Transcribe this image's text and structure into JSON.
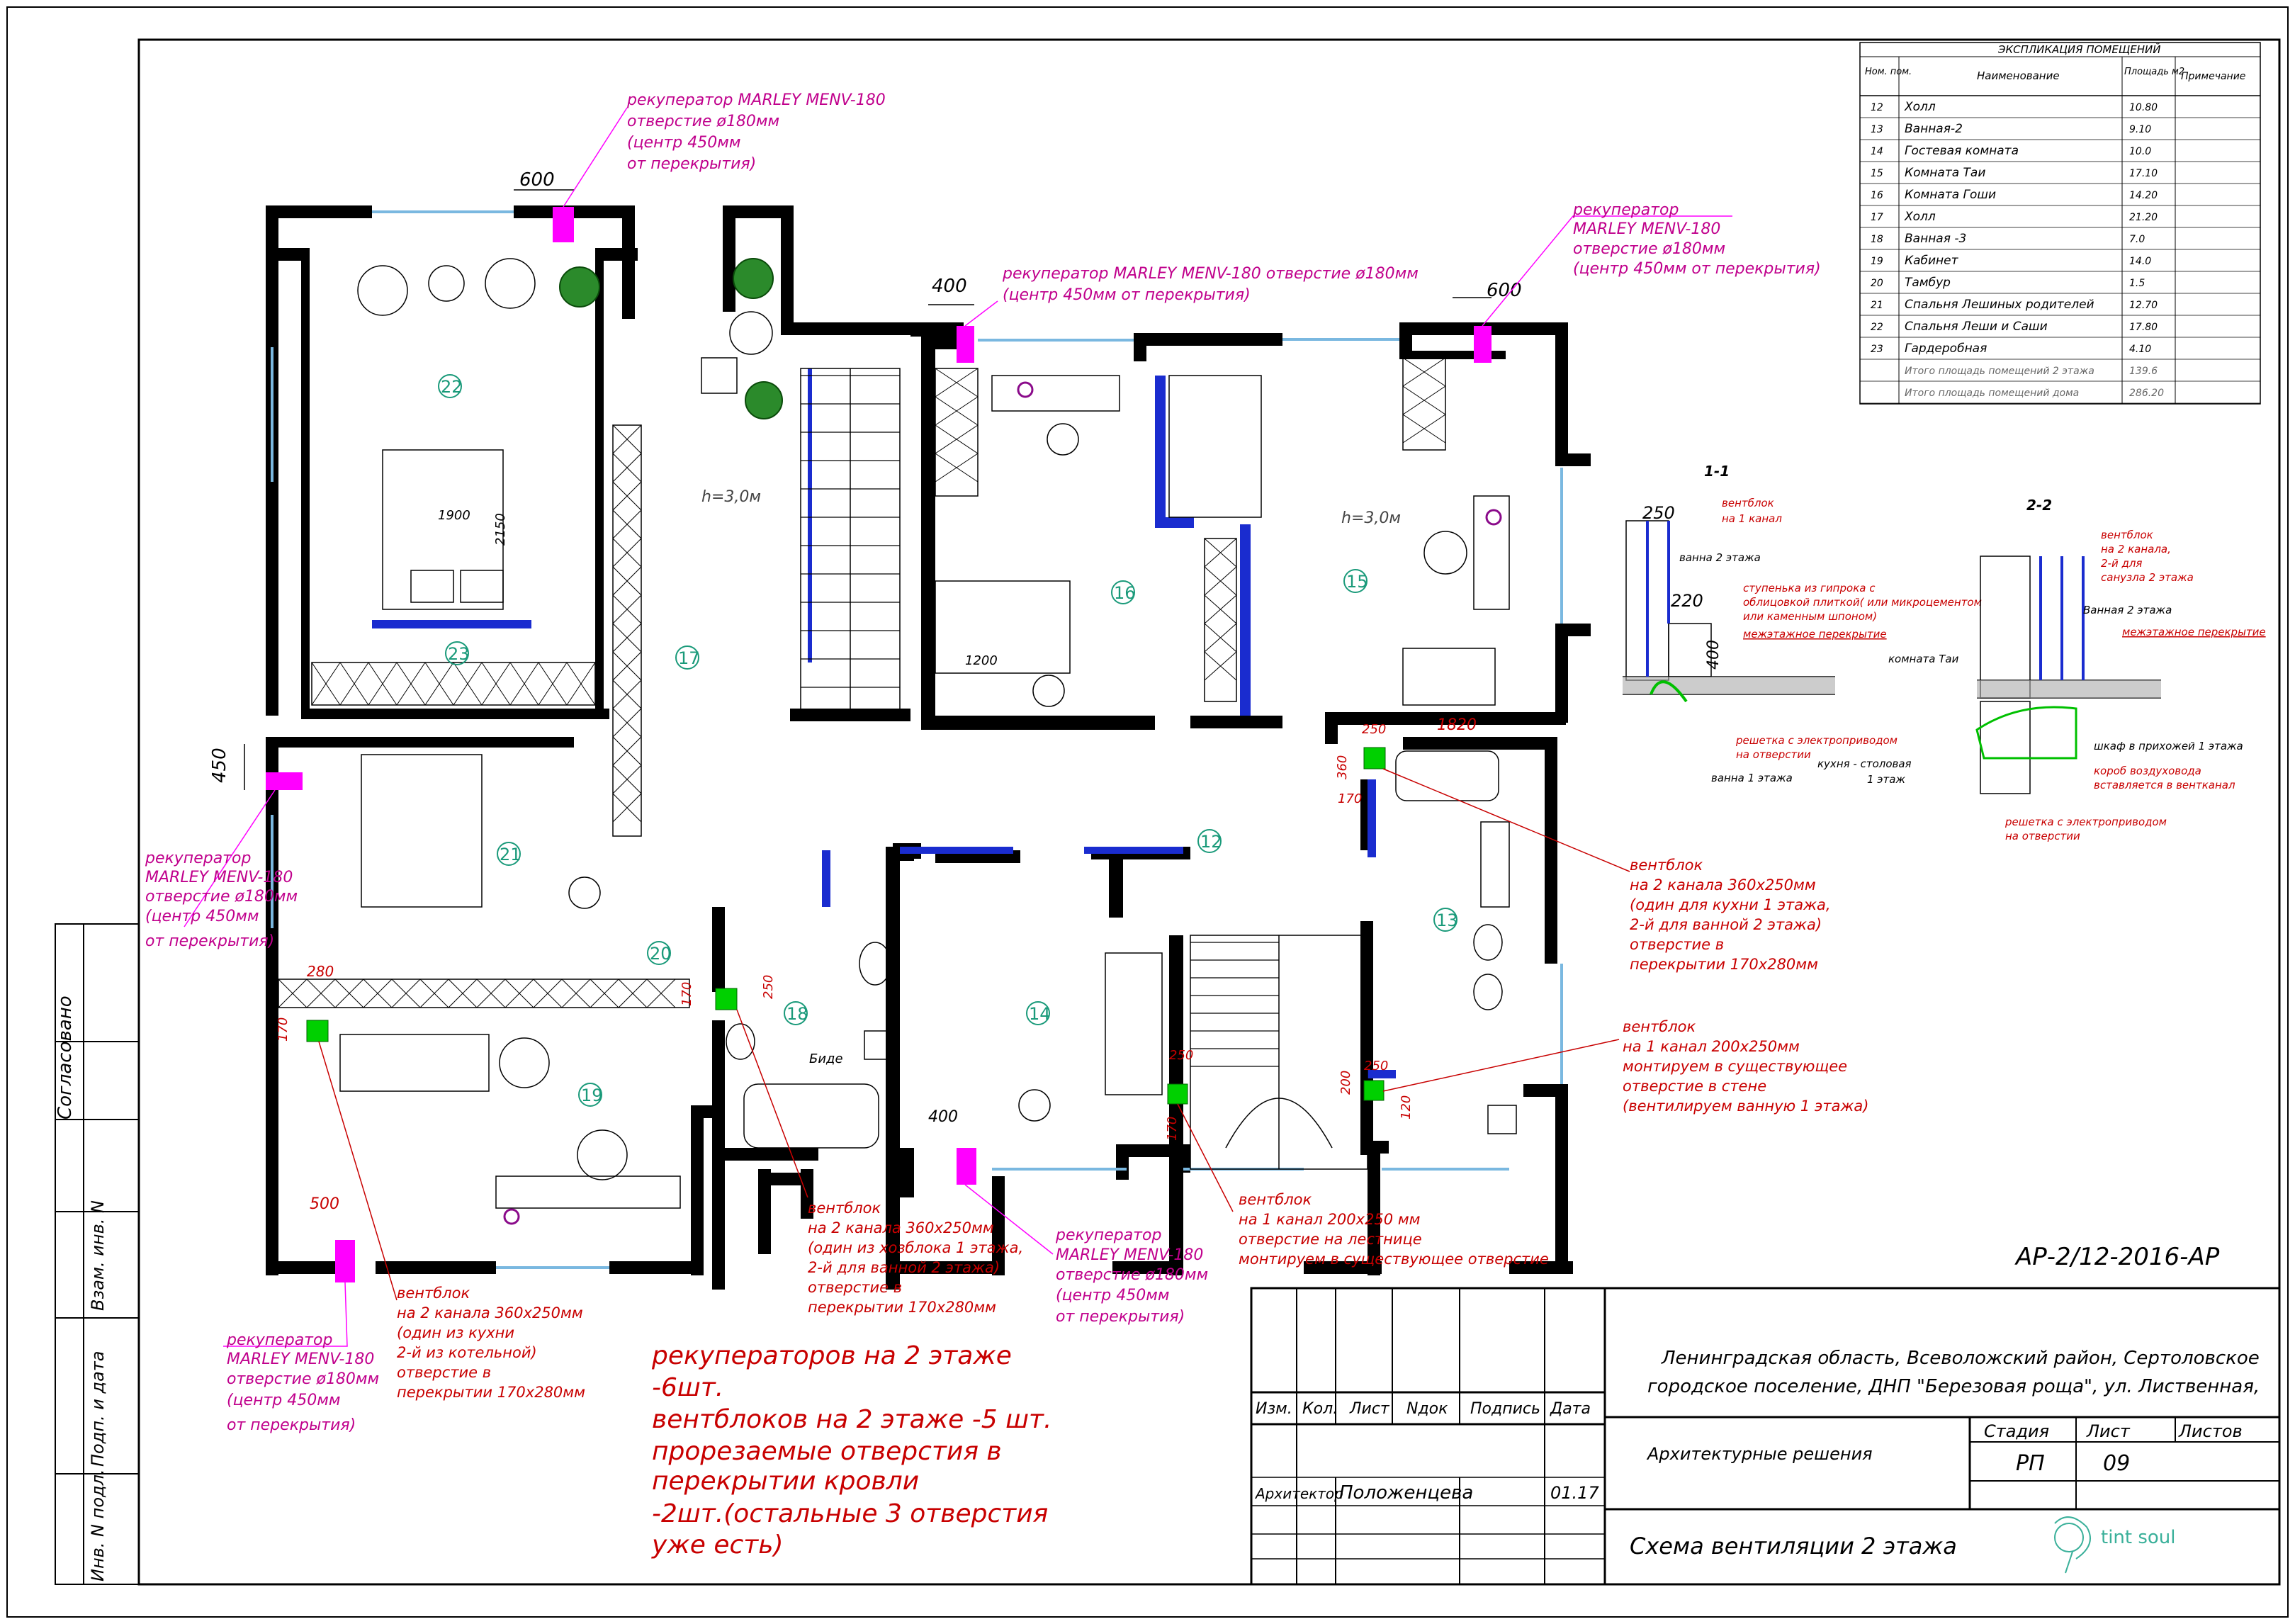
{
  "colors": {
    "wall": "#000000",
    "recuperator": "#ff00ff",
    "recuperator_text": "#c0008c",
    "ventblock": "#00cc00",
    "annotation": "#c80000",
    "room_number": "#1a9a7a",
    "window": "#7ab8e0",
    "blue_wall": "#1a2ccf"
  },
  "explication": {
    "title": "ЭКСПЛИКАЦИЯ ПОМЕЩЕНИЙ",
    "headers": [
      "Ном. пом.",
      "Наименование",
      "Площадь м2",
      "Примечание"
    ],
    "rows": [
      [
        "12",
        "Холл",
        "10.80",
        ""
      ],
      [
        "13",
        "Ванная-2",
        "9.10",
        ""
      ],
      [
        "14",
        "Гостевая комната",
        "10.0",
        ""
      ],
      [
        "15",
        "Комната Таи",
        "17.10",
        ""
      ],
      [
        "16",
        "Комната Гоши",
        "14.20",
        ""
      ],
      [
        "17",
        "Холл",
        "21.20",
        ""
      ],
      [
        "18",
        "Ванная -3",
        "7.0",
        ""
      ],
      [
        "19",
        "Кабинет",
        "14.0",
        ""
      ],
      [
        "20",
        "Тамбур",
        "1.5",
        ""
      ],
      [
        "21",
        "Спальня Лешиных родителей",
        "12.70",
        ""
      ],
      [
        "22",
        "Спальня Леши и Саши",
        "17.80",
        ""
      ],
      [
        "23",
        "Гардеробная",
        "4.10",
        ""
      ],
      [
        "",
        "Итого площадь помещений 2 этажа",
        "139.6",
        ""
      ],
      [
        "",
        "Итого площадь помещений дома",
        "286.20",
        ""
      ]
    ]
  },
  "rooms": {
    "r12": "12",
    "r13": "13",
    "r14": "14",
    "r15": "15",
    "r16": "16",
    "r17": "17",
    "r18": "18",
    "r19": "19",
    "r20": "20",
    "r21": "21",
    "r22": "22",
    "r23": "23"
  },
  "heights": {
    "h1": "h=3,0м",
    "h2": "h=3,0м"
  },
  "dims": {
    "d600a": "600",
    "d400a": "400",
    "d600b": "600",
    "d450": "450",
    "d1900": "1900",
    "d2150": "2150",
    "d1200": "1200",
    "d1820": "1820",
    "d250a": "250",
    "d360": "360",
    "d170a": "170",
    "d280": "280",
    "d170b": "170",
    "d500": "500",
    "d250b": "250",
    "d170c": "170",
    "d400b": "400",
    "d250c": "250",
    "d170d": "170",
    "d250d": "250",
    "d200": "200",
    "d120": "120"
  },
  "labels": {
    "bide": "Биде"
  },
  "recuperators": {
    "rec1": [
      "рекуператор MARLEY MENV-180",
      "отверстие ø180мм",
      "(центр 450мм",
      "  от перекрытия)"
    ],
    "rec2": [
      "рекуператор MARLEY MENV-180 отверстие ø180мм",
      "(центр 450мм   от перекрытия)"
    ],
    "rec3": [
      "рекуператор",
      "MARLEY MENV-180",
      "отверстие ø180мм",
      "(центр 450мм   от перекрытия)"
    ],
    "rec4": [
      "рекуператор",
      "MARLEY MENV-180",
      "отверстие ø180мм",
      "(центр 450мм",
      "  от перекрытия)"
    ],
    "rec5": [
      "рекуператор",
      "MARLEY MENV-180",
      "отверстие ø180мм",
      "(центр 450мм",
      "  от перекрытия)"
    ],
    "rec6": [
      "рекуператор",
      "MARLEY MENV-180",
      "отверстие ø180мм",
      "(центр 450мм",
      "  от перекрытия)"
    ]
  },
  "ventblocks": {
    "vb1": [
      "вентблок",
      "на 2 канала 360x250мм",
      "(один для кухни 1 этажа,",
      "2-й для ванной 2 этажа)",
      "отверстие в",
      "перекрытии 170x280мм"
    ],
    "vb2": [
      "вентблок",
      "на 1 канал 200x250мм",
      "монтируем в существующее",
      "отверстие     в стене",
      "(вентилируем ванную 1 этажа)"
    ],
    "vb3": [
      "вентблок",
      "на 2 канала 360x250мм",
      "(один из хозблока 1 этажа,",
      "2-й для ванной 2 этажа)",
      "отверстие в",
      "перекрытии 170x280мм"
    ],
    "vb4": [
      "вентблок",
      "на 1 канал 200x250 мм",
      "отверстие на лестнице",
      "монтируем в существующее отверстие"
    ],
    "vb5": [
      "вентблок",
      "на 2 канала 360x250мм",
      " (один из кухни",
      "  2-й из котельной)",
      "отверстие в",
      "перекрытии 170x280мм"
    ]
  },
  "summary": [
    "рекуператоров на 2 этаже",
    "-6шт.",
    "вентблоков на 2 этаже -5 шт.",
    "прорезаемые отверстия в",
    "перекрытии кровли",
    "-2шт.(остальные 3 отверстия",
    "уже есть)"
  ],
  "section1": {
    "title": "1-1",
    "dim250": "250",
    "dim220": "220",
    "dim400": "400",
    "labels": [
      "вентблок",
      "на 1 канал",
      "ванна 2 этажа",
      "ступенька из гипрока с",
      "облицовкой плиткой( или микроцементом",
      "или каменным шпоном)",
      "межэтажное перекрытие",
      "решетка с электроприводом",
      "на отверстии",
      "ванна 1 этажа",
      "кухня - столовая",
      "1 этаж"
    ]
  },
  "section2": {
    "title": "2-2",
    "labels": [
      "вентблок",
      "на 2 канала,",
      "2-й для",
      "санузла 2 этажа",
      "Ванная 2 этажа",
      "межэтажное перекрытие",
      "комната Таи",
      "шкаф в прихожей 1 этажа",
      "короб воздуховода",
      "вставляется в вентканал",
      "решетка с электроприводом",
      "на отверстии"
    ]
  },
  "stamp": {
    "code": "АР-2/12-2016-АР",
    "address1": "Ленинградская область, Всеволожский район, Сертоловское",
    "address2": "городское поселение, ДНП \"Березовая роща\", ул. Лиственная,",
    "col_izm": "Изм.",
    "col_kol": "Кол.",
    "col_list": "Лист",
    "col_ndok": "Nдок",
    "col_podpis": "Подпись",
    "col_data": "Дата",
    "section": "Архитектурные решения",
    "stage_h": "Стадия",
    "list_h": "Лист",
    "listov_h": "Листов",
    "stage": "РП",
    "list": "09",
    "listov": "",
    "role": "Архитектор",
    "name": "Положенцева",
    "date": "01.17",
    "drawing_title": "Схема вентиляции 2 этажа",
    "logo": "tint soul"
  },
  "sidebar": {
    "agreed": "Согласовано",
    "vzam": "Взам. инв. N",
    "podp": "Подп. и дата",
    "inv": "Инв. N подл."
  }
}
